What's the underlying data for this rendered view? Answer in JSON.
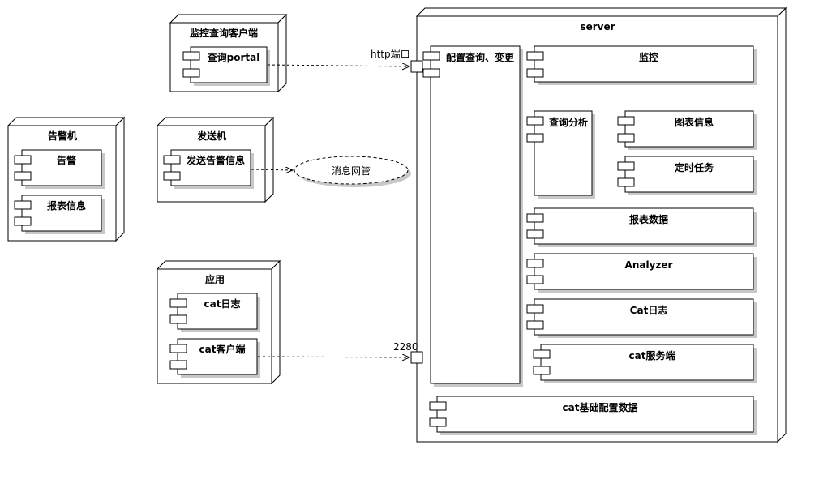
{
  "nodes": {
    "monitor_client": {
      "title": "监控查询客户端",
      "comp": "查询portal"
    },
    "alarm": {
      "title": "告警机",
      "comp1": "告警",
      "comp2": "报表信息"
    },
    "sender": {
      "title": "发送机",
      "comp": "发送告警信息"
    },
    "app": {
      "title": "应用",
      "comp1": "cat日志",
      "comp2": "cat客户端"
    },
    "server": {
      "title": "server",
      "config": "配置查询、变更",
      "monitor": "监控",
      "query_analysis": "查询分析",
      "chart_info": "图表信息",
      "scheduled_task": "定时任务",
      "report_data": "报表数据",
      "analyzer": "Analyzer",
      "cat_log": "Cat日志",
      "cat_server": "cat服务端",
      "cat_base_config": "cat基础配置数据"
    }
  },
  "message_gateway": "消息网管",
  "ports": {
    "http": "http端口",
    "tcp": "2280"
  }
}
